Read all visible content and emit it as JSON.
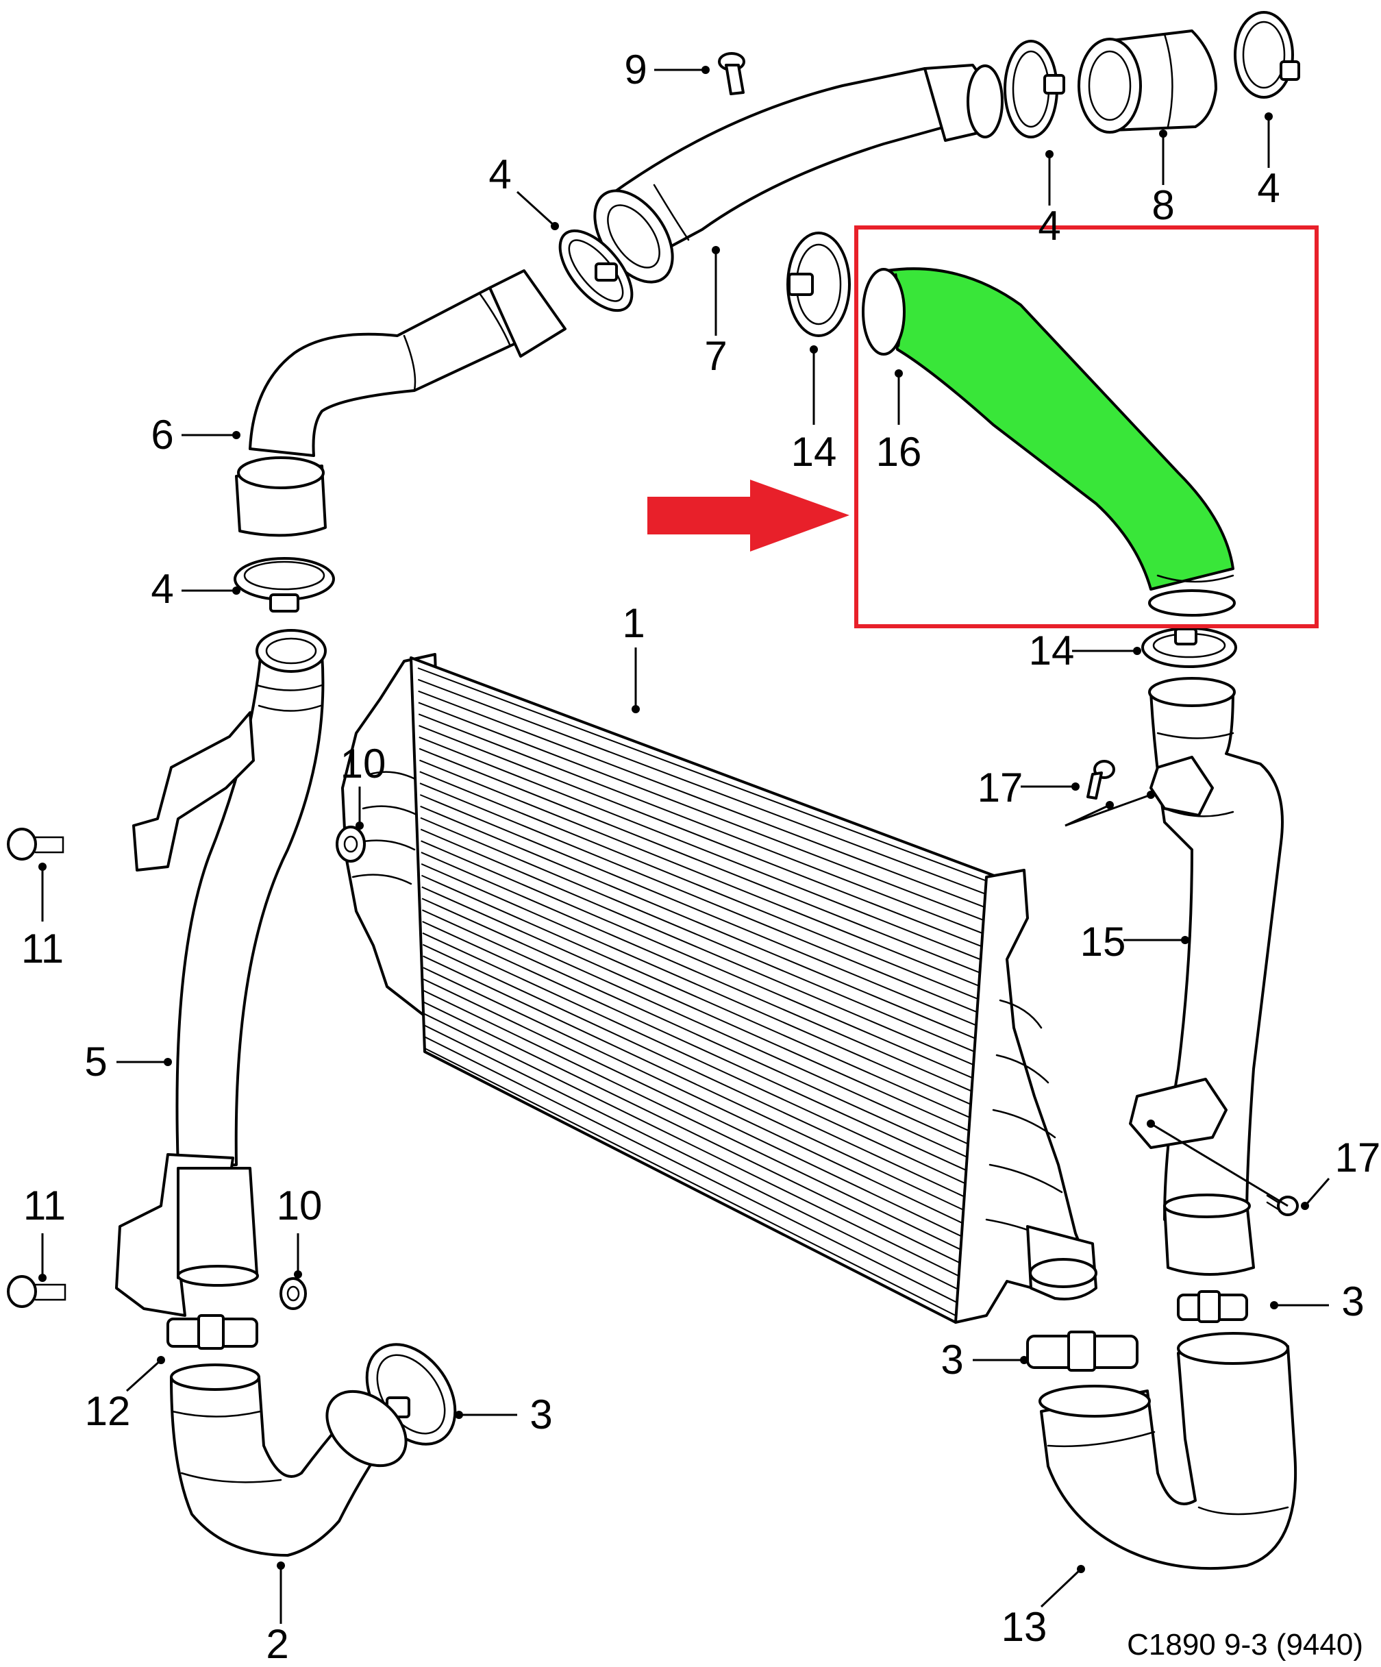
{
  "caption": "C1890 9-3 (9440)",
  "highlight": {
    "part_number": "16",
    "fill_color": "#39e639",
    "frame_color": "#e8202a",
    "arrow_color": "#e8202a"
  },
  "callouts": [
    {
      "id": "c1",
      "text": "1"
    },
    {
      "id": "c2",
      "text": "2"
    },
    {
      "id": "c3a",
      "text": "3"
    },
    {
      "id": "c3b",
      "text": "3"
    },
    {
      "id": "c3c",
      "text": "3"
    },
    {
      "id": "c4a",
      "text": "4"
    },
    {
      "id": "c4b",
      "text": "4"
    },
    {
      "id": "c4c",
      "text": "4"
    },
    {
      "id": "c4d",
      "text": "4"
    },
    {
      "id": "c5",
      "text": "5"
    },
    {
      "id": "c6",
      "text": "6"
    },
    {
      "id": "c7",
      "text": "7"
    },
    {
      "id": "c8",
      "text": "8"
    },
    {
      "id": "c9",
      "text": "9"
    },
    {
      "id": "c10a",
      "text": "10"
    },
    {
      "id": "c10b",
      "text": "10"
    },
    {
      "id": "c11a",
      "text": "11"
    },
    {
      "id": "c11b",
      "text": "11"
    },
    {
      "id": "c12",
      "text": "12"
    },
    {
      "id": "c13",
      "text": "13"
    },
    {
      "id": "c14a",
      "text": "14"
    },
    {
      "id": "c14b",
      "text": "14"
    },
    {
      "id": "c15",
      "text": "15"
    },
    {
      "id": "c16",
      "text": "16"
    },
    {
      "id": "c17a",
      "text": "17"
    },
    {
      "id": "c17b",
      "text": "17"
    }
  ]
}
